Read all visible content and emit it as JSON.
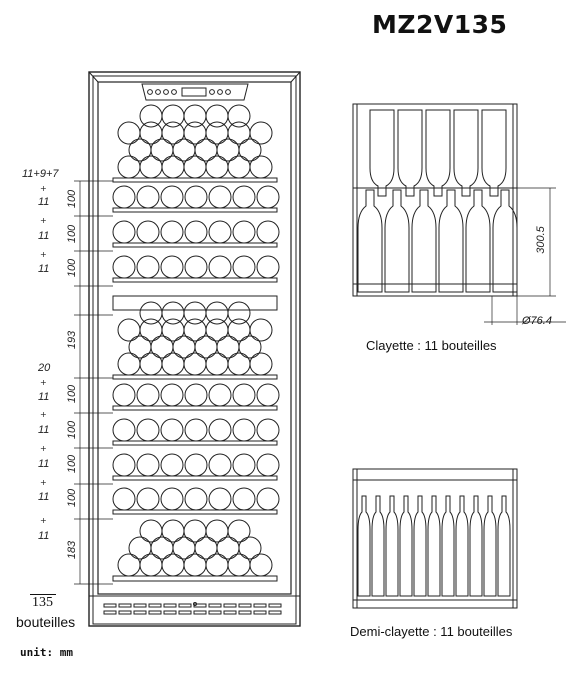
{
  "title": "MZ2V135",
  "counts": {
    "c1": "11+9+7",
    "c2": "11",
    "c3": "11",
    "c4": "11",
    "c5": "20",
    "c6": "11",
    "c7": "11",
    "c8": "11",
    "c9": "11",
    "c10": "11",
    "plus": "+"
  },
  "dimensions": {
    "d100": "100",
    "d193": "193",
    "d183": "183",
    "height": "300.5",
    "diameter": "Ø76.4"
  },
  "total": {
    "value": "135",
    "label": "bouteilles"
  },
  "unit": "unit: mm",
  "captions": {
    "shelf": "Clayette : 11 bouteilles",
    "half_shelf": "Demi-clayette : 11 bouteilles"
  }
}
